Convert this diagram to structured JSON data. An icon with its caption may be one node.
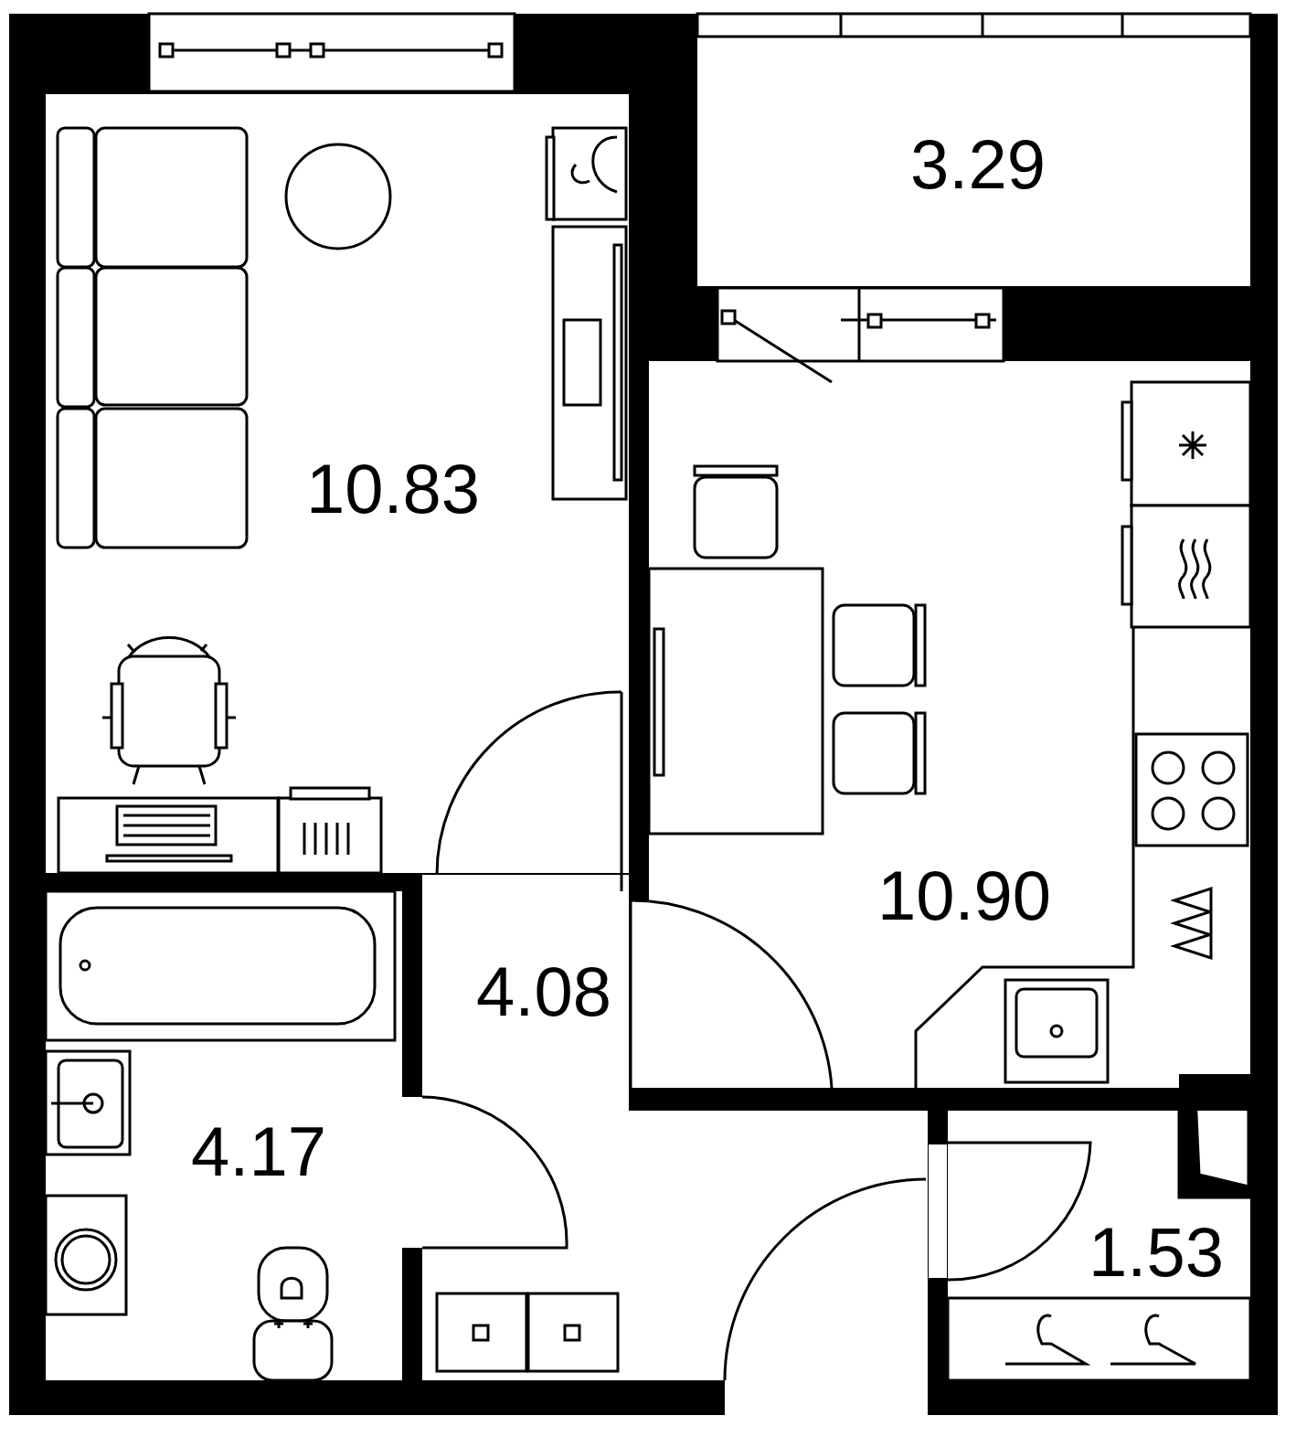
{
  "diagram": {
    "nodes": [
      {
        "text": [
          "10.83"
        ]
      },
      {
        "text": [
          "3.29"
        ]
      },
      {
        "text": [
          "10.90"
        ]
      },
      {
        "text": [
          "4.08"
        ]
      },
      {
        "text": [
          "4.17"
        ]
      },
      {
        "text": [
          "1.53"
        ]
      }
    ]
  }
}
